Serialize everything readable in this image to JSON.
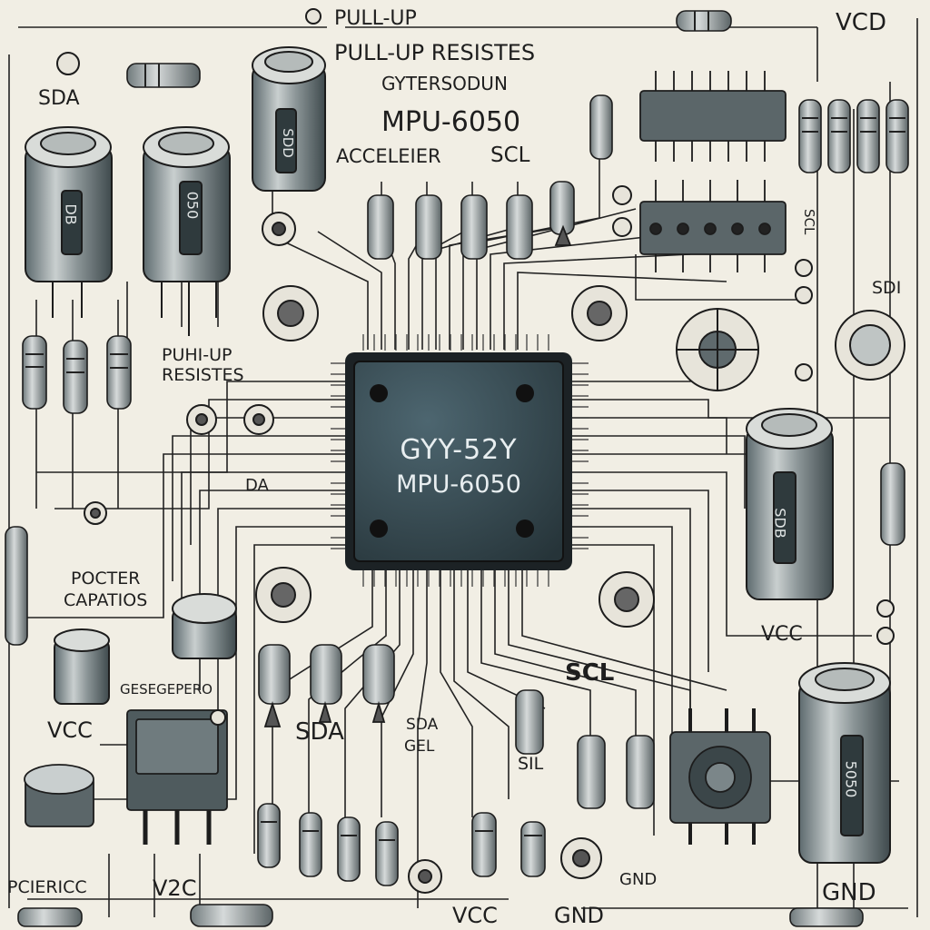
{
  "chip": {
    "line1": "GYY-52Y",
    "line2": "MPU-6050"
  },
  "labels": {
    "top_pullup": "PULL-UP",
    "pullup_resistes": "PULL-UP RESISTES",
    "gyy_text": "GYTERSODUN",
    "mpu_top": "MPU-6050",
    "accel": "ACCELEIER",
    "scl_top": "SCL",
    "vcd": "VCD",
    "sda_left": "SDA",
    "pullup_mid_1": "PUHI-UP",
    "pullup_mid_2": "RESISTES",
    "da": "DA",
    "pocter": "POCTER",
    "capatios": "CAPATIOS",
    "vcc_left": "VCC",
    "gyepero": "GESEGEPERO",
    "sda_bottom": "SDA",
    "sda_small": "SDA",
    "gel": "GEL",
    "scl_right": "SCL",
    "sil": "SIL",
    "vcc_right": "VCC",
    "vcc_bottom": "VCC",
    "gnd_bottom": "GND",
    "gnd_small": "GND",
    "gnd_right": "GND",
    "v2c": "V2C",
    "pcleric": "PCIERICC",
    "scl_vert": "SCL",
    "sdi": "SDI",
    "cap_mark_1": "DB",
    "cap_mark_2": "050",
    "cap_mark_3": "SDD",
    "cap_mark_4": "SDB",
    "cap_mark_5": "5050"
  },
  "colors": {
    "paper": "#f1eee4",
    "ink": "#1e1e1e",
    "chip_body": "#34484f",
    "chip_text": "#e8eef0"
  }
}
